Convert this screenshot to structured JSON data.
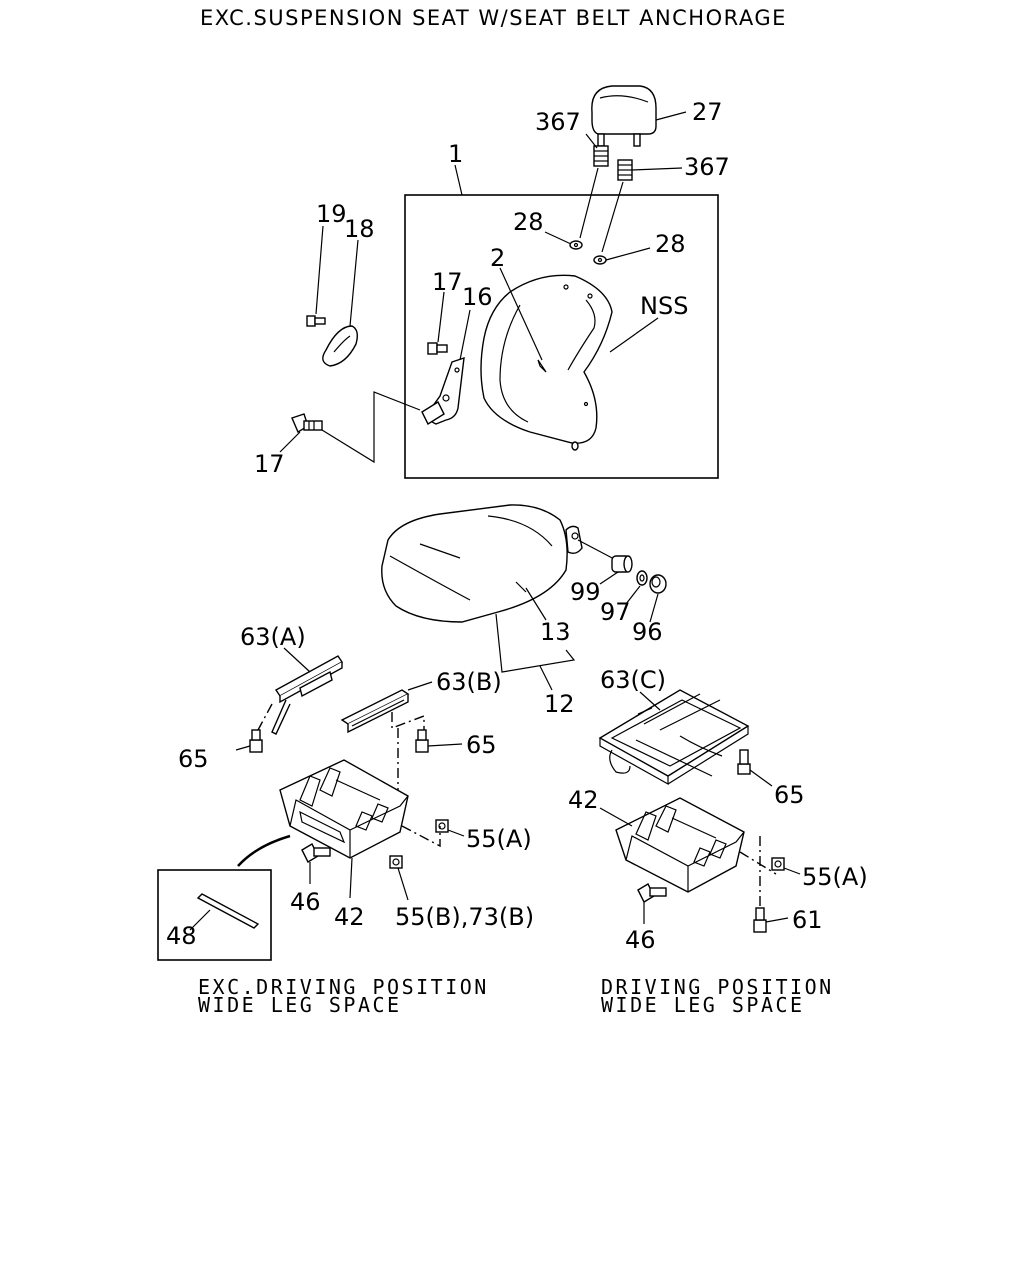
{
  "title": "EXC.SUSPENSION SEAT W/SEAT BELT ANCHORAGE",
  "captions": {
    "left_line1": "EXC.DRIVING POSITION",
    "left_line2": "WIDE LEG SPACE",
    "right_line1": "DRIVING POSITION",
    "right_line2": "WIDE LEG SPACE"
  },
  "callouts": {
    "c1": "1",
    "c2": "2",
    "c12": "12",
    "c13": "13",
    "c16": "16",
    "c17a": "17",
    "c17b": "17",
    "c18": "18",
    "c19": "19",
    "c27": "27",
    "c28a": "28",
    "c28b": "28",
    "c367a": "367",
    "c367b": "367",
    "nss": "NSS",
    "c96": "96",
    "c97": "97",
    "c99": "99",
    "c63a": "63(A)",
    "c63b": "63(B)",
    "c63c": "63(C)",
    "c65a": "65",
    "c65b": "65",
    "c65c": "65",
    "c55a_left": "55(A)",
    "c55b": "55(B),73(B)",
    "c55a_right": "55(A)",
    "c42a": "42",
    "c42b": "42",
    "c46a": "46",
    "c46b": "46",
    "c48": "48",
    "c61": "61"
  }
}
